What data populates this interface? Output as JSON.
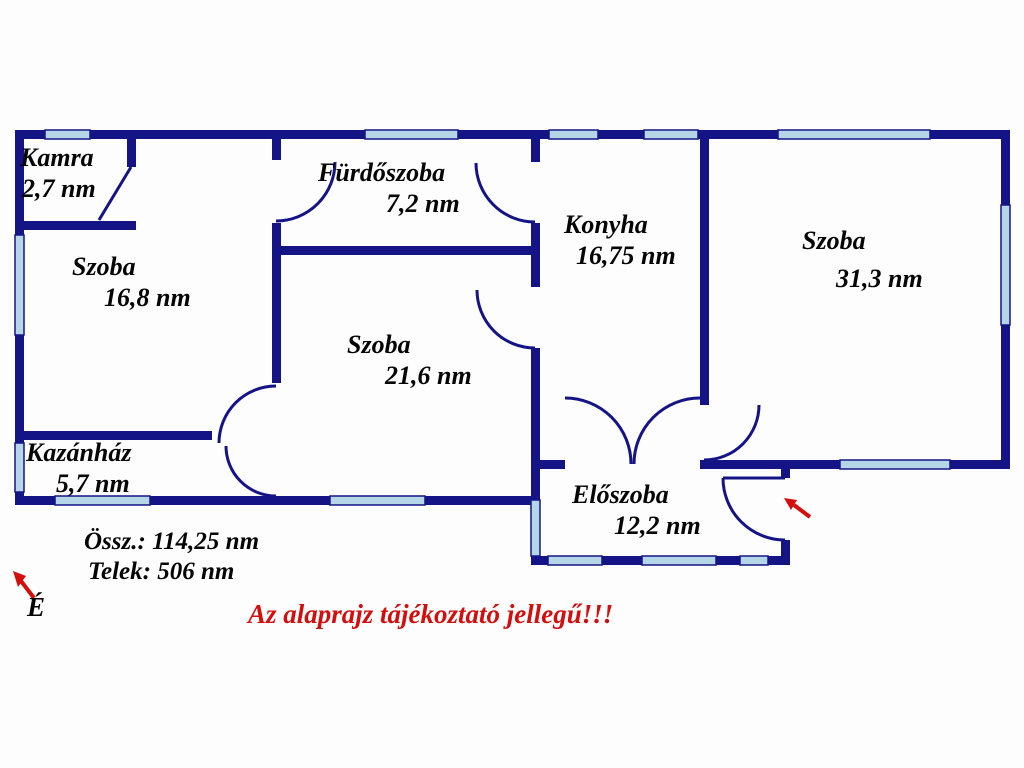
{
  "rooms": [
    {
      "id": "kamra",
      "name": "Kamra",
      "area": "2,7 nm"
    },
    {
      "id": "szoba-bal",
      "name": "Szoba",
      "area": "16,8 nm"
    },
    {
      "id": "furdoszoba",
      "name": "Fürdőszoba",
      "area": "7,2 nm"
    },
    {
      "id": "szoba-kozep",
      "name": "Szoba",
      "area": "21,6 nm"
    },
    {
      "id": "konyha",
      "name": "Konyha",
      "area": "16,75 nm"
    },
    {
      "id": "szoba-jobb",
      "name": "Szoba",
      "area": "31,3 nm"
    },
    {
      "id": "kazanhaz",
      "name": "Kazánház",
      "area": "5,7 nm"
    },
    {
      "id": "eloszoba",
      "name": "Előszoba",
      "area": "12,2 nm"
    }
  ],
  "summary": {
    "total": "Össz.: 114,25 nm",
    "plot": "Telek: 506 nm"
  },
  "north": {
    "label": "É"
  },
  "disclaimer": "Az alaprajz tájékoztató jellegű!!!",
  "colors": {
    "wall": "#141487",
    "window": "#b5d6e6",
    "red": "#d40d0d",
    "background": "#fdfdfd"
  }
}
